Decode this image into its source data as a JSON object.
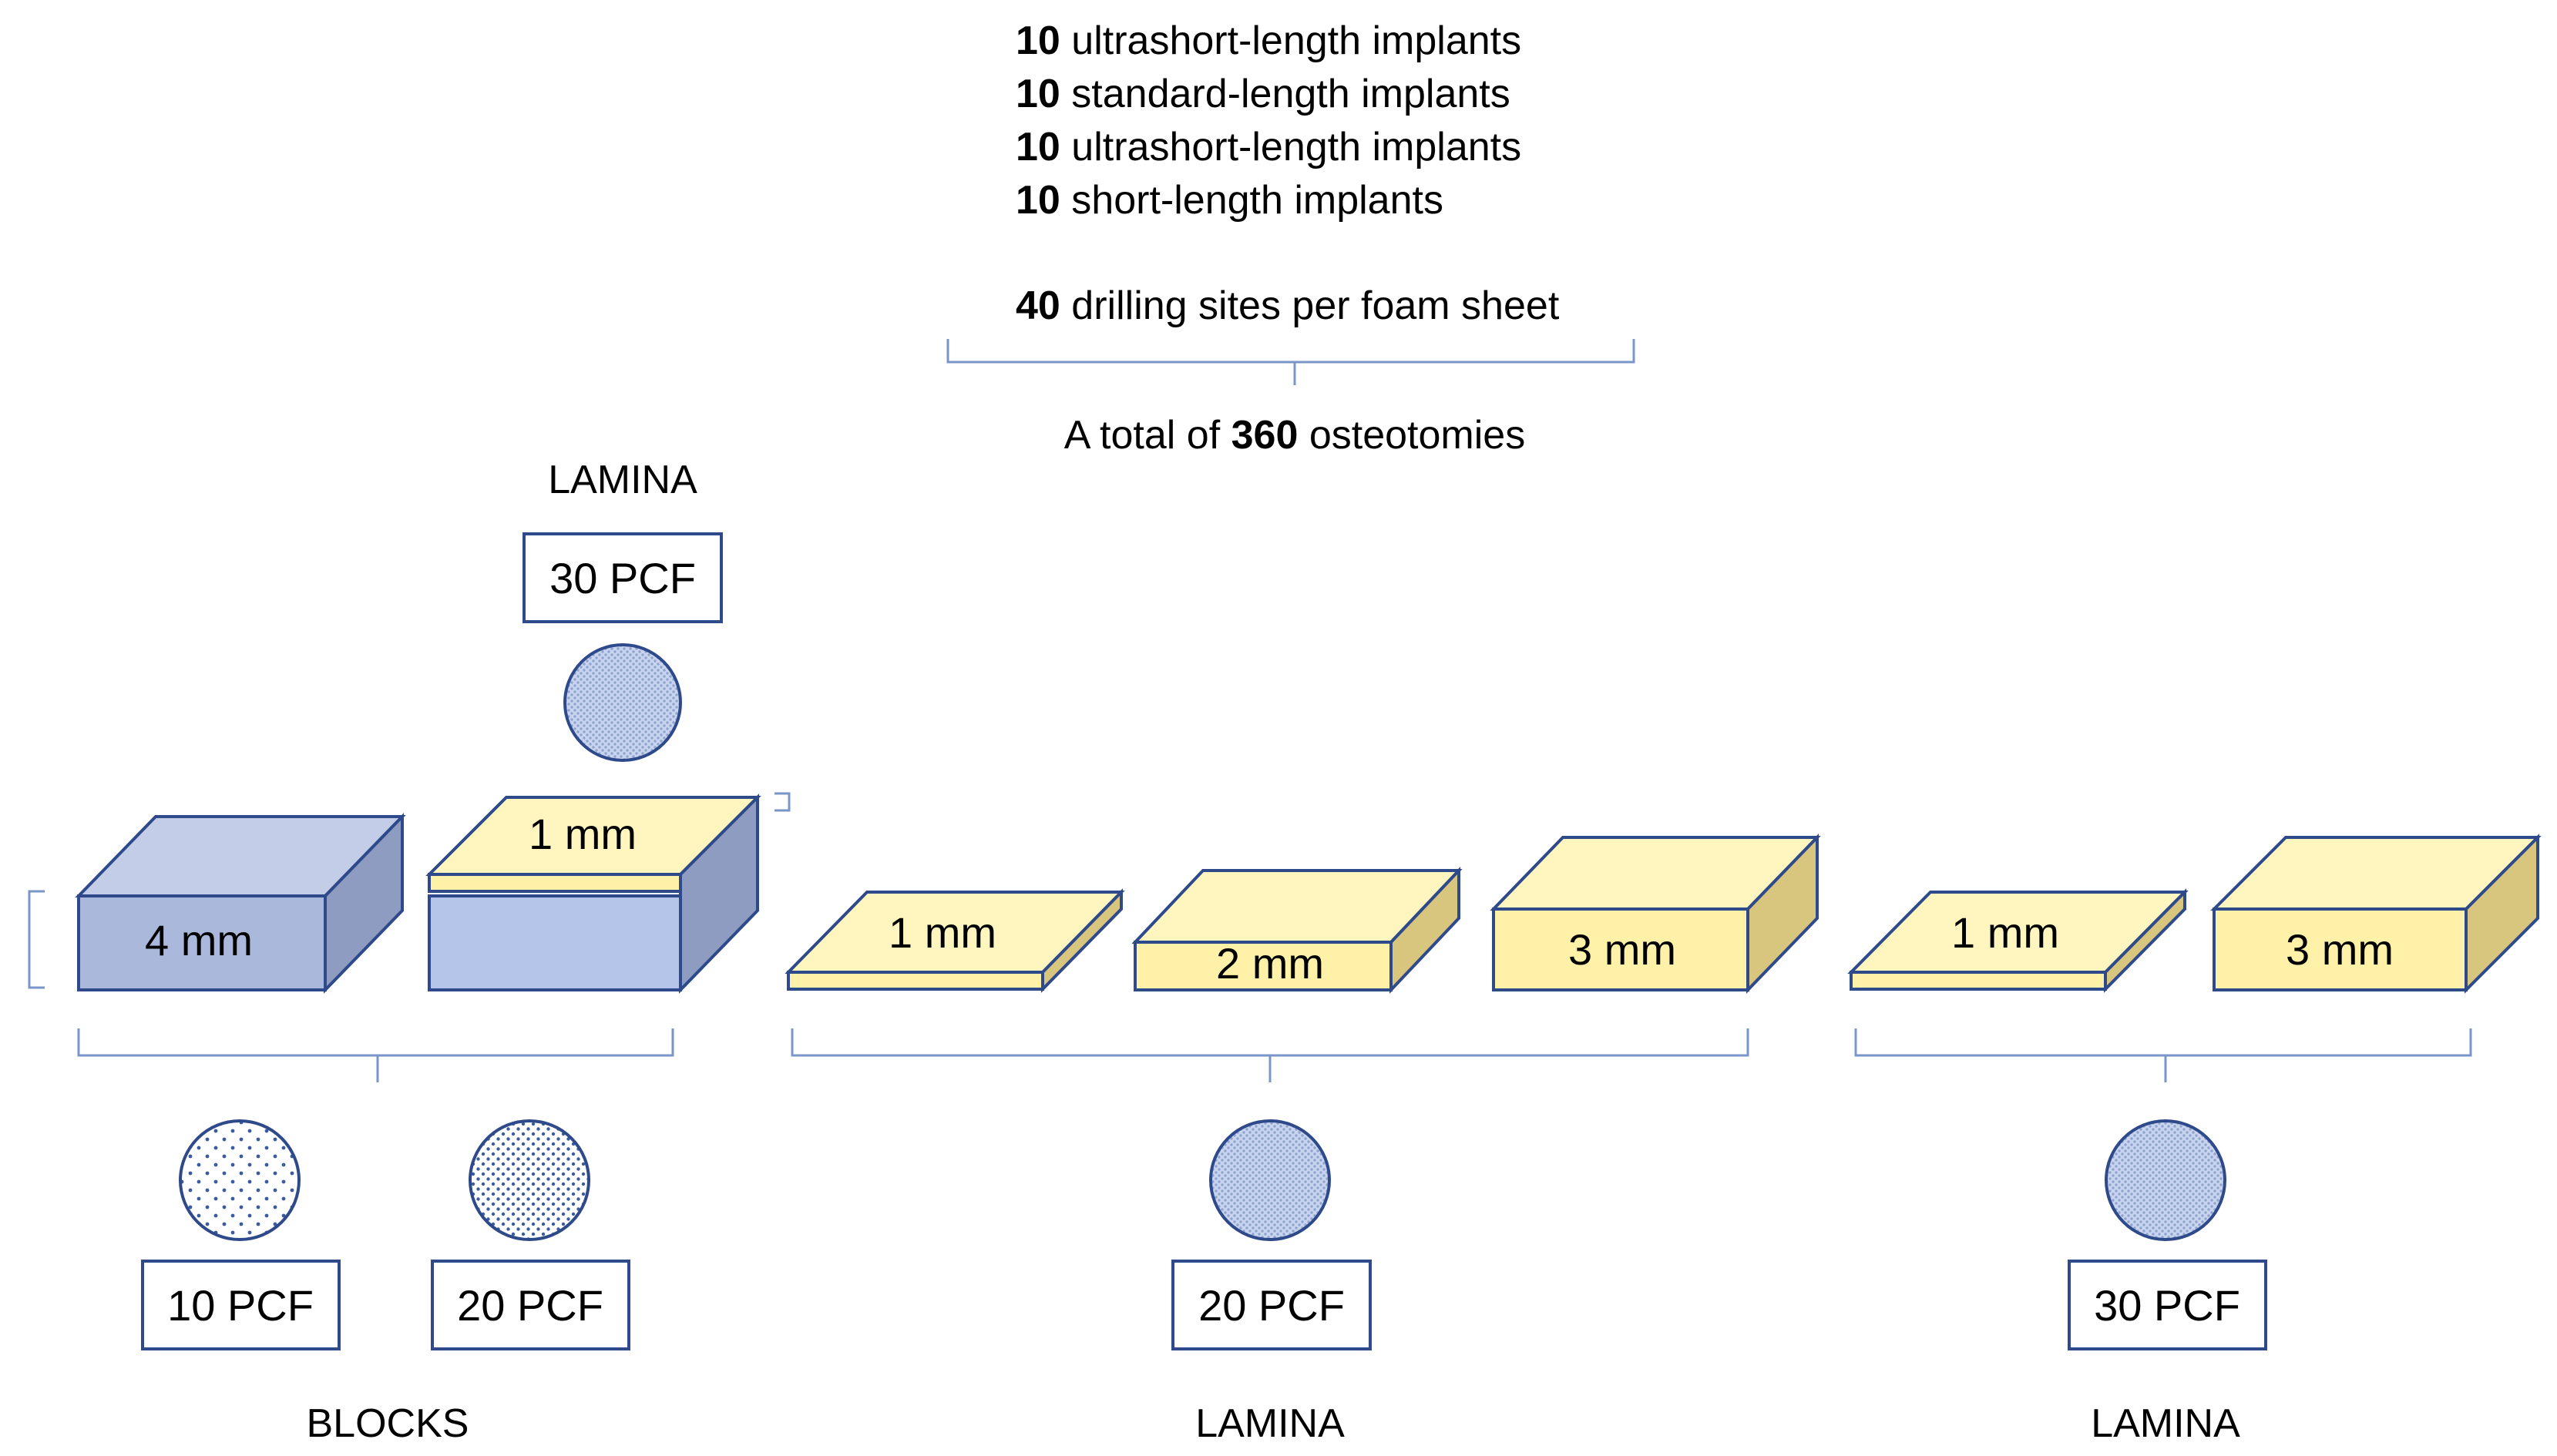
{
  "implants": [
    {
      "count": "10",
      "text": "ultrashort-length implants"
    },
    {
      "count": "10",
      "text": "standard-length implants"
    },
    {
      "count": "10",
      "text": "ultrashort-length implants"
    },
    {
      "count": "10",
      "text": "short-length implants"
    }
  ],
  "drilling": {
    "count": "40",
    "text": "drilling sites per foam sheet"
  },
  "total": {
    "prefix": "A total of",
    "count": "360",
    "suffix": "osteotomies"
  },
  "lamina_top": {
    "title": "LAMINA",
    "density": "30 PCF"
  },
  "blocks": {
    "items": [
      {
        "thickness": "4 mm"
      },
      {
        "thickness": "1 mm"
      }
    ],
    "densities": [
      "10 PCF",
      "20 PCF"
    ],
    "title": "BLOCKS"
  },
  "lamina_20": {
    "items": [
      {
        "thickness": "1 mm"
      },
      {
        "thickness": "2 mm"
      },
      {
        "thickness": "3 mm"
      }
    ],
    "density": "20 PCF",
    "title": "LAMINA"
  },
  "lamina_30": {
    "items": [
      {
        "thickness": "1 mm"
      },
      {
        "thickness": "3 mm"
      }
    ],
    "density": "30 PCF",
    "title": "LAMINA"
  },
  "colors": {
    "outline": "#2f4a8a",
    "block_front": "#aab8dc",
    "block_top": "#c3cde8",
    "block_side": "#8d9cc0",
    "lamina_front": "#fff2a8",
    "lamina_top": "#fff6bf",
    "lamina_side": "#d8c57e",
    "bracket": "#7a95c8"
  }
}
